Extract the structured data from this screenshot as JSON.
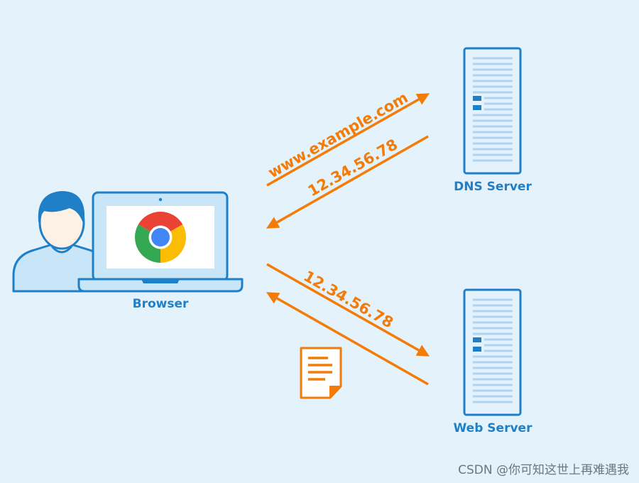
{
  "nodes": {
    "browser": {
      "label": "Browser"
    },
    "dns_server": {
      "label": "DNS Server"
    },
    "web_server": {
      "label": "Web Server"
    }
  },
  "edges": {
    "dns_query": {
      "label": "www.example.com",
      "from": "browser",
      "to": "dns_server"
    },
    "dns_response": {
      "label": "12.34.56.78",
      "from": "dns_server",
      "to": "browser"
    },
    "web_request": {
      "label": "12.34.56.78",
      "from": "browser",
      "to": "web_server"
    },
    "web_response": {
      "from": "web_server",
      "to": "browser",
      "payload_icon": "document-icon"
    }
  },
  "icons": {
    "user": "user-icon",
    "laptop": "laptop-icon",
    "chrome": "chrome-icon",
    "server": "server-icon",
    "document": "document-icon"
  },
  "colors": {
    "background": "#e4f2fc",
    "primary_blue": "#1f7fc7",
    "arrow_orange": "#f37b08",
    "laptop_fill": "#c7e2f7"
  },
  "watermark": "CSDN @你可知这世上再难遇我"
}
